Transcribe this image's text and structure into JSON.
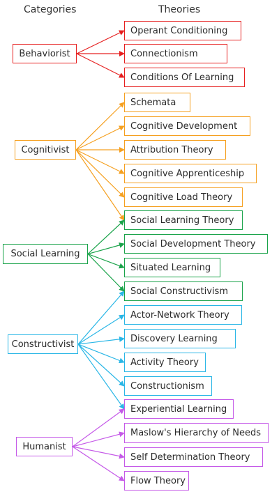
{
  "headers": {
    "categories": "Categories",
    "theories": "Theories"
  },
  "groups": [
    {
      "category": "Behaviorist",
      "color": "#e62020",
      "theories": [
        "Operant Conditioning",
        "Connectionism",
        "Conditions Of Learning"
      ]
    },
    {
      "category": "Cognitivist",
      "color": "#f5a020",
      "theories": [
        "Schemata",
        "Cognitive Development",
        "Attribution Theory",
        "Cognitive Apprenticeship",
        "Cognitive Load Theory",
        "Social Learning Theory"
      ]
    },
    {
      "category": "Social Learning",
      "color": "#1aa34a",
      "theories": [
        "Social Learning Theory",
        "Social Development Theory",
        "Situated Learning",
        "Social Constructivism"
      ]
    },
    {
      "category": "Constructivist",
      "color": "#29b6e6",
      "theories": [
        "Social Constructivism",
        "Actor-Network Theory",
        "Discovery Learning",
        "Activity Theory",
        "Constructionism",
        "Experiential Learning"
      ]
    },
    {
      "category": "Humanist",
      "color": "#c55ae8",
      "theories": [
        "Experiential Learning",
        "Maslow's Hierarchy of Needs",
        "Self Determination Theory",
        "Flow Theory"
      ]
    }
  ],
  "theories": [
    {
      "label": "Operant Conditioning",
      "color": "#e62020"
    },
    {
      "label": "Connectionism",
      "color": "#e62020"
    },
    {
      "label": "Conditions Of Learning",
      "color": "#e62020"
    },
    {
      "label": "Schemata",
      "color": "#f5a020"
    },
    {
      "label": "Cognitive Development",
      "color": "#f5a020"
    },
    {
      "label": "Attribution Theory",
      "color": "#f5a020"
    },
    {
      "label": "Cognitive Apprenticeship",
      "color": "#f5a020"
    },
    {
      "label": "Cognitive Load Theory",
      "color": "#f5a020"
    },
    {
      "label": "Social Learning Theory",
      "color": "#1aa34a"
    },
    {
      "label": "Social Development Theory",
      "color": "#1aa34a"
    },
    {
      "label": "Situated Learning",
      "color": "#1aa34a"
    },
    {
      "label": "Social Constructivism",
      "color": "#1aa34a"
    },
    {
      "label": "Actor-Network Theory",
      "color": "#29b6e6"
    },
    {
      "label": "Discovery Learning",
      "color": "#29b6e6"
    },
    {
      "label": "Activity Theory",
      "color": "#29b6e6"
    },
    {
      "label": "Constructionism",
      "color": "#29b6e6"
    },
    {
      "label": "Experiential Learning",
      "color": "#c55ae8"
    },
    {
      "label": "Maslow's Hierarchy of Needs",
      "color": "#c55ae8"
    },
    {
      "label": "Self Determination Theory",
      "color": "#c55ae8"
    },
    {
      "label": "Flow Theory",
      "color": "#c55ae8"
    }
  ]
}
